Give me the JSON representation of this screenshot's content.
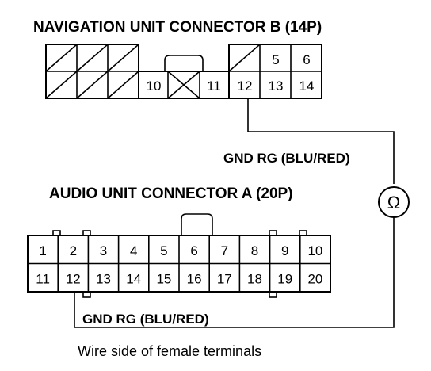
{
  "titles": {
    "nav_connector": "NAVIGATION UNIT CONNECTOR B (14P)",
    "audio_connector": "AUDIO UNIT CONNECTOR A (20P)"
  },
  "wire_labels": {
    "nav_wire": "GND RG (BLU/RED)",
    "audio_wire": "GND RG (BLU/RED)"
  },
  "meter_symbol": "Ω",
  "caption": "Wire side of female terminals",
  "nav_pins": {
    "p5": "5",
    "p6": "6",
    "p10": "10",
    "p11": "11",
    "p12": "12",
    "p13": "13",
    "p14": "14"
  },
  "audio_pins_top": [
    "1",
    "2",
    "3",
    "4",
    "5",
    "6",
    "7",
    "8",
    "9",
    "10"
  ],
  "audio_pins_bottom": [
    "11",
    "12",
    "13",
    "14",
    "15",
    "16",
    "17",
    "18",
    "19",
    "20"
  ]
}
